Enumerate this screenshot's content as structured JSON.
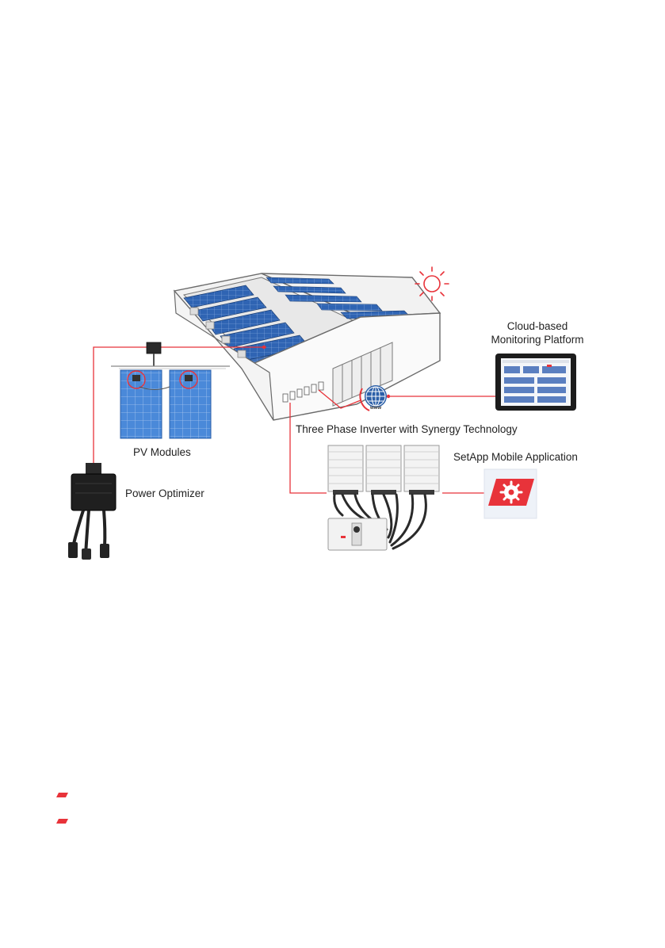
{
  "diagram": {
    "labels": {
      "cloud_line1": "Cloud-based",
      "cloud_line2": "Monitoring Platform",
      "inverter": "Three Phase Inverter with Synergy Technology",
      "setapp": "SetApp Mobile Application",
      "pv_modules": "PV Modules",
      "power_optimizer": "Power Optimizer",
      "www": "www"
    },
    "icons": [
      "sun-icon",
      "globe-icon",
      "gear-icon",
      "tablet-icon",
      "inverter-icon",
      "optimizer-icon",
      "solar-panel-icon",
      "warehouse-icon"
    ],
    "colors": {
      "accent": "#e8333a",
      "panel_blue": "#3f7fd1",
      "roof_blue": "#2f5fa8",
      "dark": "#1f1f1f"
    }
  },
  "bullets": [
    "bullet",
    "bullet"
  ]
}
